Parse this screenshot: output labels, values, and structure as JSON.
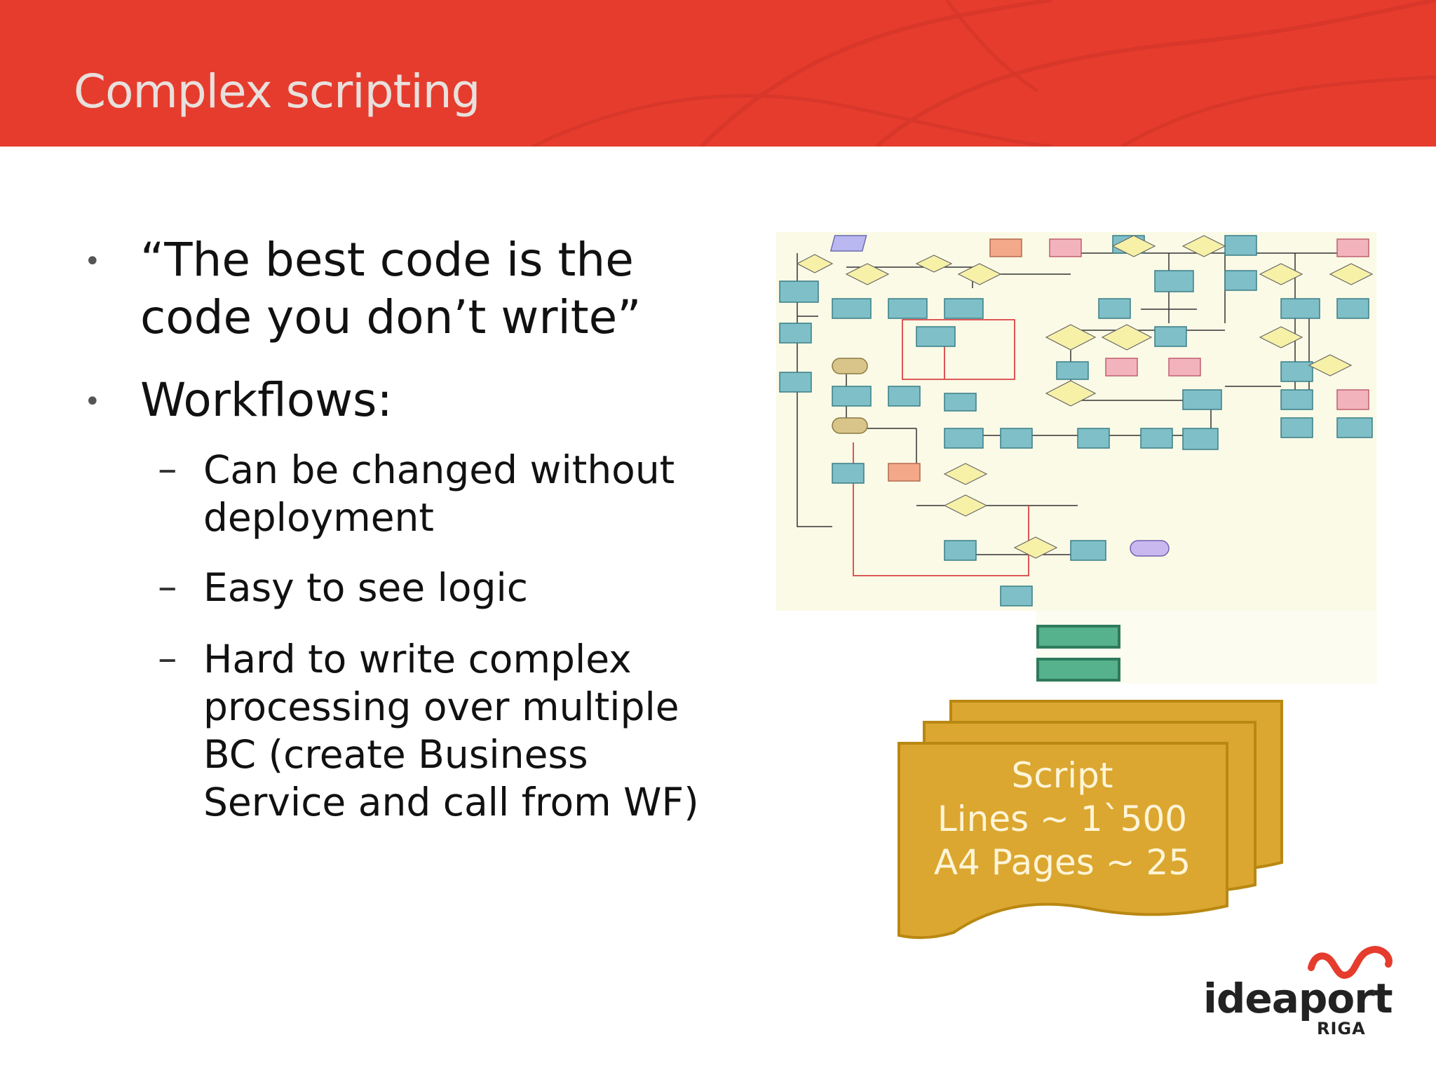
{
  "slide": {
    "title": "Complex scripting"
  },
  "bullets": [
    {
      "text": "“The best code is the code you don’t write”"
    },
    {
      "text": "Workflows:"
    }
  ],
  "sub_bullets": [
    {
      "text": "Can be changed without deployment"
    },
    {
      "text": "Easy to see logic"
    },
    {
      "text": "Hard to write complex processing over multiple BC (create Business Service and call from WF)"
    }
  ],
  "bullet_symbol": "•",
  "dash_symbol": "–",
  "script_box": {
    "line1": "Script",
    "line2": "Lines ~ 1`500",
    "line3": "A4 Pages ~ 25"
  },
  "logo": {
    "word": "ideaport",
    "sub": "RIGA"
  },
  "colors": {
    "header": "#e63c2e",
    "script_fill": "#dba730",
    "equals": "#55b28c",
    "flow_teal": "#7fbfc7"
  }
}
